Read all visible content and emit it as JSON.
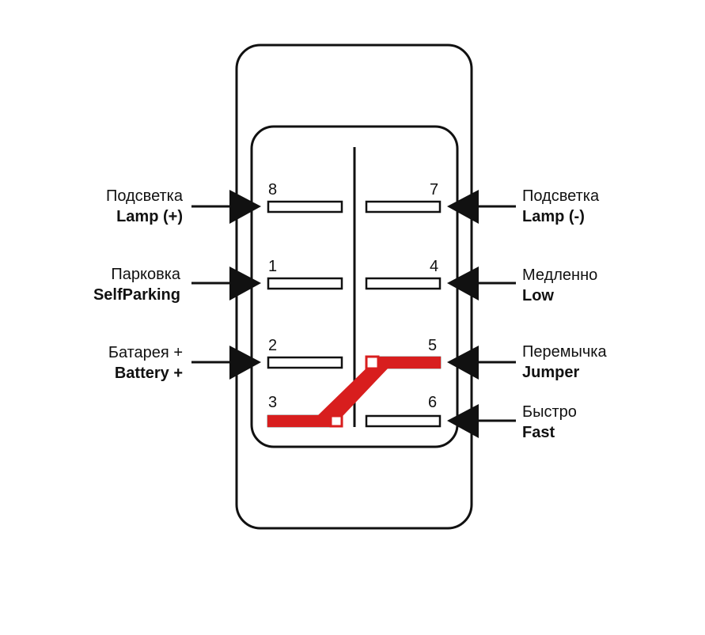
{
  "pins": [
    {
      "id": "8",
      "label": "8"
    },
    {
      "id": "7",
      "label": "7"
    },
    {
      "id": "1",
      "label": "1"
    },
    {
      "id": "4",
      "label": "4"
    },
    {
      "id": "2",
      "label": "2"
    },
    {
      "id": "5",
      "label": "5"
    },
    {
      "id": "3",
      "label": "3"
    },
    {
      "id": "6",
      "label": "6"
    }
  ],
  "labels": {
    "lamp_plus": {
      "ru": "Подсветка",
      "en": "Lamp (+)"
    },
    "lamp_minus": {
      "ru": "Подсветка",
      "en": "Lamp (-)"
    },
    "selfparking": {
      "ru": "Парковка",
      "en": "SelfParking"
    },
    "low": {
      "ru": "Медленно",
      "en": "Low"
    },
    "battery": {
      "ru": "Батарея +",
      "en": "Battery +"
    },
    "jumper": {
      "ru": "Перемычка",
      "en": "Jumper"
    },
    "fast": {
      "ru": "Быстро",
      "en": "Fast"
    }
  },
  "colors": {
    "outline": "#111111",
    "jumper": "#d81e1e"
  },
  "icons": {
    "arrow": "arrow-right-icon"
  }
}
